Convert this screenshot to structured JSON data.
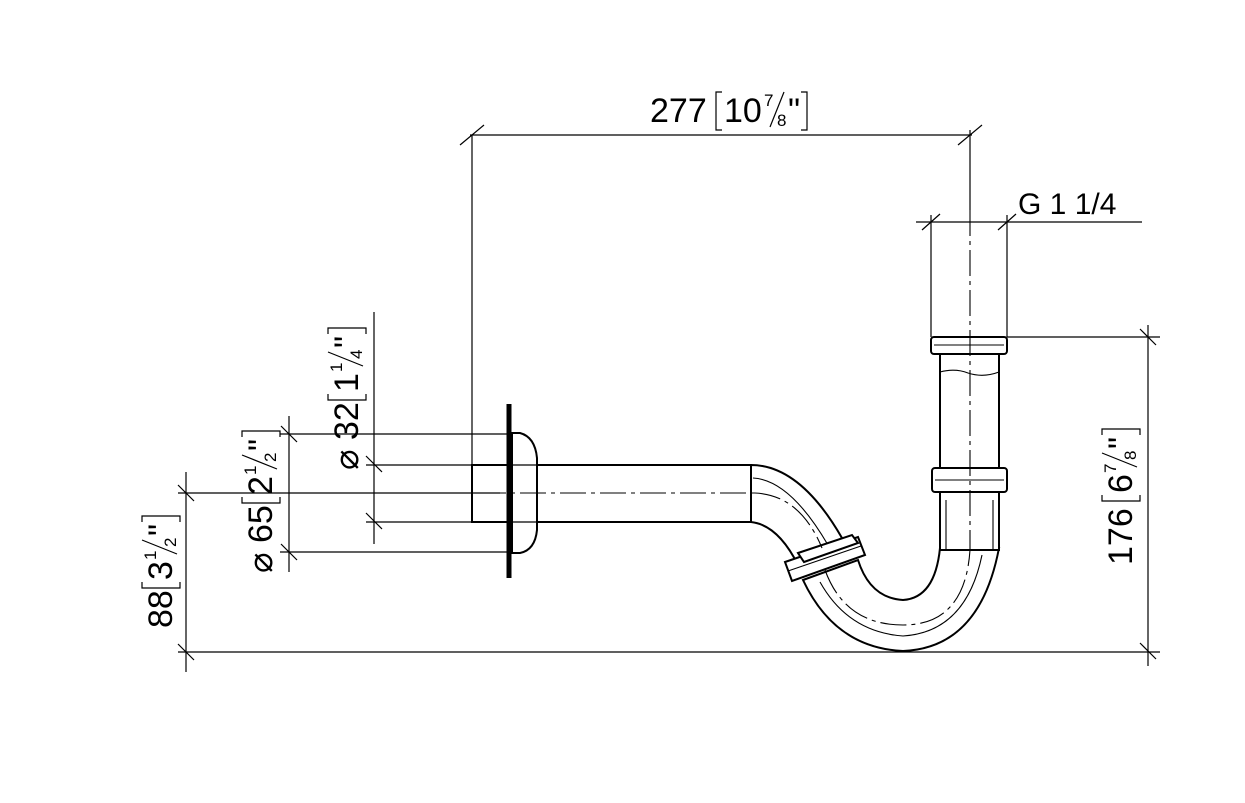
{
  "dimensions": {
    "overall_width": {
      "mm": "277",
      "whole": "10",
      "num": "7",
      "den": "8",
      "unit": "\""
    },
    "height": {
      "mm": "176",
      "whole": "6",
      "num": "7",
      "den": "8",
      "unit": "\""
    },
    "thread": {
      "label": "G 1 1/4"
    },
    "pipe_diameter": {
      "symbol": "⌀",
      "mm": "32",
      "whole": "1",
      "num": "1",
      "den": "4",
      "unit": "\""
    },
    "rosette_diameter": {
      "symbol": "⌀",
      "mm": "65",
      "whole": "2",
      "num": "1",
      "den": "2",
      "unit": "\""
    },
    "outlet_height": {
      "mm": "88",
      "whole": "3",
      "num": "1",
      "den": "2",
      "unit": "\""
    }
  },
  "colors": {
    "line": "#000000",
    "background": "#ffffff"
  }
}
